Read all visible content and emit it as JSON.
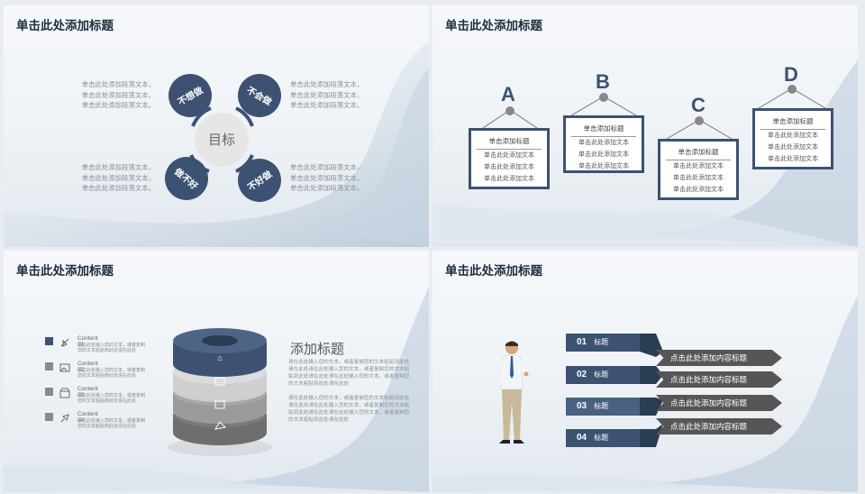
{
  "slide1": {
    "title": "单击此处添加标题",
    "center": "目标",
    "petals": [
      "不想做",
      "不会做",
      "做不好",
      "不好做"
    ],
    "para_lines": [
      "单击此处添加段落文本，",
      "单击此处添加段落文本，",
      "单击此处添加段落文本。"
    ]
  },
  "slide2": {
    "title": "单击此处添加标题",
    "signs": [
      {
        "letter": "A",
        "head": "单击添加标题",
        "lines": [
          "单击此处添加文本",
          "单击此处添加文本",
          "单击此处添加文本"
        ]
      },
      {
        "letter": "B",
        "head": "单击添加标题",
        "lines": [
          "单击此处添加文本",
          "单击此处添加文本",
          "单击此处添加文本"
        ]
      },
      {
        "letter": "C",
        "head": "单击添加标题",
        "lines": [
          "单击此处添加文本",
          "单击此处添加文本",
          "单击此处添加文本"
        ]
      },
      {
        "letter": "D",
        "head": "单击添加标题",
        "lines": [
          "单击此处添加文本",
          "单击此处添加文本",
          "单击此处添加文本"
        ]
      }
    ]
  },
  "slide3": {
    "title": "单击此处添加标题",
    "contents": [
      {
        "head": "Content 01",
        "body": "请在此处输入您的文本，或者复制您的文本粘贴到此处请在此处"
      },
      {
        "head": "Content 02",
        "body": "请在此处输入您的文本，或者复制您的文本粘贴到此处请在此处"
      },
      {
        "head": "Content 03",
        "body": "请在此处输入您的文本，或者复制您的文本粘贴到此处请在此处"
      },
      {
        "head": "Content 04",
        "body": "请在此处输入您的文本，或者复制您的文本粘贴到此处请在此处"
      }
    ],
    "text_title": "添加标题",
    "para1": "请在此处输入您的文本，或者复制您的文本粘贴到此处请在此处请在此处输入您的文本，或者复制您的文本粘贴到此处请在此处请在此处输入您的文本，或者复制您的文本粘贴到此处请在此处",
    "para2": "请在此处输入您的文本，或者复制您的文本粘贴到此处请在此处请在此处输入您的文本，或者复制您的文本粘贴到此处请在此处请在此处输入您的文本，或者复制您的文本粘贴到此处请在此处"
  },
  "slide4": {
    "title": "单击此处添加标题",
    "rows": [
      {
        "num": "01",
        "label": "标题",
        "arrow": "点击此处添加内容标题"
      },
      {
        "num": "02",
        "label": "标题",
        "arrow": "点击此处添加内容标题"
      },
      {
        "num": "03",
        "label": "标题",
        "arrow": "点击此处添加内容标题"
      },
      {
        "num": "04",
        "label": "标题",
        "arrow": "点击此处添加内容标题"
      }
    ]
  },
  "colors": {
    "navy": "#3d5272",
    "gray": "#7d7d7d",
    "dark": "#565656"
  }
}
